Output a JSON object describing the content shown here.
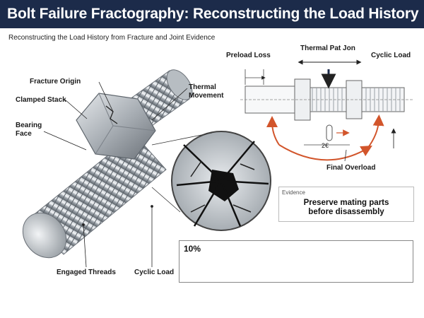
{
  "title": "Bolt Failure Fractography: Reconstructing the Load History",
  "subtitle": "Reconstructing the Load History from Fracture and Joint Evidence",
  "labels": {
    "fracture_origin": "Fracture Origin",
    "clamped_stack": "Clamped Stack",
    "bearing_face": "Bearing\nFace",
    "thermal_movement": "Thermal\nMovement",
    "engaged_threads": "Engaged Threads",
    "cyclic_load_bottom": "Cyclic Load"
  },
  "schematic": {
    "preload_loss": "Preload Loss",
    "thermal_path": "Thermal Pat Jon",
    "cyclic_load": "Cyclic Load",
    "dimension": "2€",
    "final_overload": "Final Overload"
  },
  "evidence": {
    "tag": "Evidence",
    "text": "Preserve mating parts\nbefore disassembly"
  },
  "progress": {
    "value_label": "10%",
    "fraction": 0.1
  },
  "colors": {
    "header_bg": "#1c2b4a",
    "arrow_accent": "#d2552b"
  }
}
